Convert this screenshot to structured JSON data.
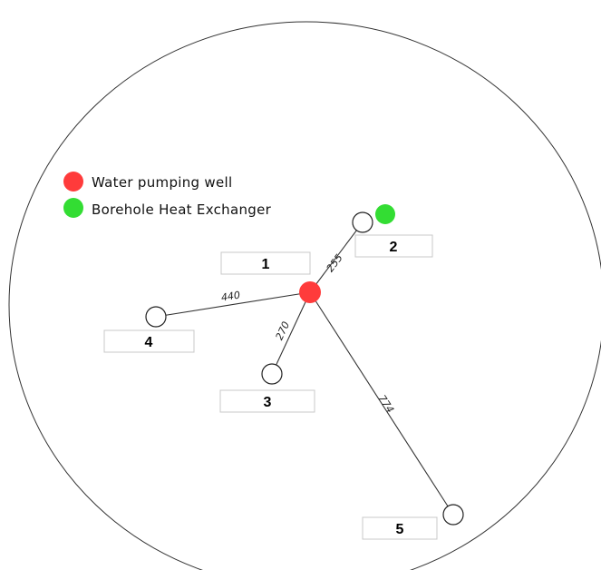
{
  "legend": {
    "pumping_well_label": "Water pumping well",
    "bhe_label": "Borehole Heat Exchanger"
  },
  "colors": {
    "pumping_well": "#ff3b3b",
    "bhe": "#33dd33",
    "boundary": "#333333"
  },
  "nodes": [
    {
      "id": "1",
      "label": "1"
    },
    {
      "id": "2",
      "label": "2"
    },
    {
      "id": "3",
      "label": "3"
    },
    {
      "id": "4",
      "label": "4"
    },
    {
      "id": "5",
      "label": "5"
    }
  ],
  "distances": {
    "to_2": "255",
    "to_3": "270",
    "to_4": "440",
    "to_5": "774"
  }
}
